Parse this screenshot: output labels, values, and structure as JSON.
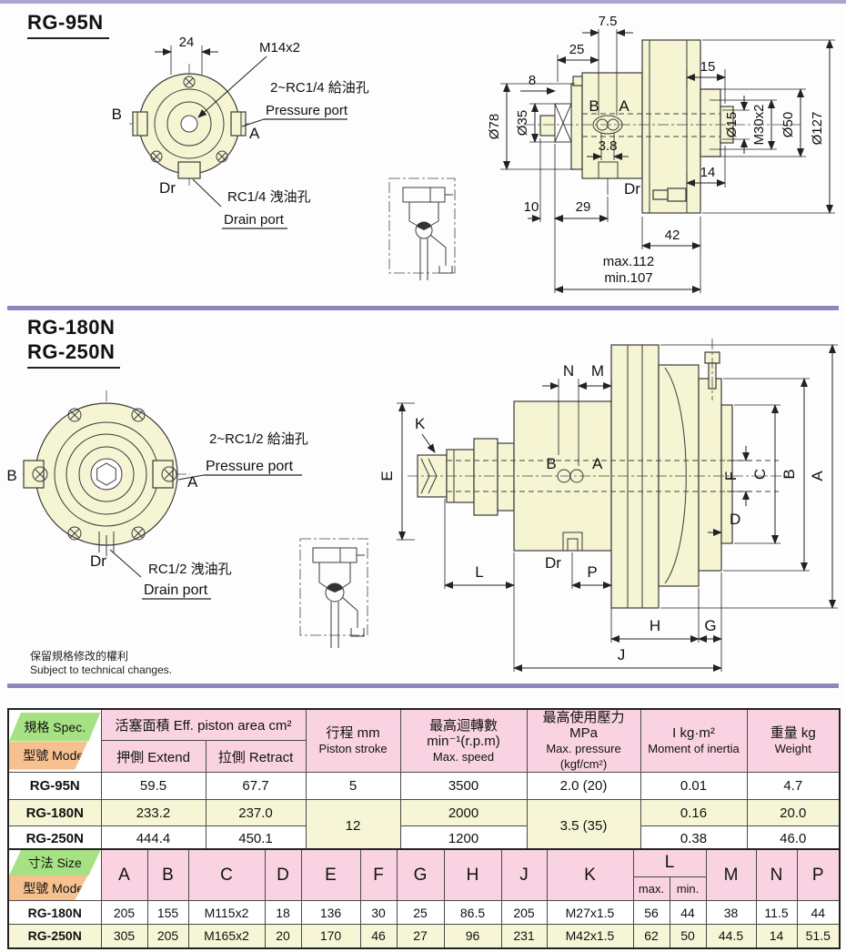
{
  "palette": {
    "purple_bar": "#8d88bb",
    "drawing_fill": "#f5f4d3",
    "table_pink": "#f9d3e2",
    "table_green": "#a6e283",
    "table_orange": "#f6c08f",
    "row_cream": "#f6f6d6"
  },
  "rg95": {
    "title": "RG-95N",
    "front": {
      "dim24": "24",
      "thread": "M14x2",
      "pressure_zh": "2~RC1/4 給油孔",
      "pressure_en": "Pressure port",
      "b": "B",
      "a": "A",
      "dr": "Dr",
      "drain_zh": "RC1/4 洩油孔",
      "drain_en": "Drain port"
    },
    "side": {
      "d7_5": "7.5",
      "d25": "25",
      "d15": "15",
      "d8": "8",
      "dia78": "Ø78",
      "dia35": "Ø35",
      "b": "B",
      "a": "A",
      "d3_8": "3.8",
      "dr": "Dr",
      "dia15": "Ø15",
      "m30": "M30x2",
      "dia50": "Ø50",
      "dia127": "Ø127",
      "d14": "14",
      "d10": "10",
      "d29": "29",
      "d42": "42",
      "max112": "max.112",
      "min107": "min.107"
    }
  },
  "rg180": {
    "title1": "RG-180N",
    "title2": "RG-250N",
    "front": {
      "pressure_zh": "2~RC1/2 給油孔",
      "pressure_en": "Pressure port",
      "b": "B",
      "a": "A",
      "dr": "Dr",
      "drain_zh": "RC1/2 洩油孔",
      "drain_en": "Drain port"
    },
    "side": {
      "n": "N",
      "m": "M",
      "k": "K",
      "e": "E",
      "b": "B",
      "a": "A",
      "dr": "Dr",
      "f": "F",
      "c": "C",
      "b2": "B",
      "a2": "A",
      "d": "D",
      "l": "L",
      "p": "P",
      "h": "H",
      "g": "G",
      "j": "J"
    }
  },
  "note": {
    "zh": "保留規格修改的權利",
    "en": "Subject to technical changes."
  },
  "spec_table": {
    "corner_top": "規格 Spec.",
    "corner_bottom": "型號 Model",
    "piston_area": "活塞面積  Eff. piston area  cm²",
    "extend": "押側  Extend",
    "retract": "拉側  Retract",
    "stroke_zh": "行程  mm",
    "stroke_en": "Piston stroke",
    "speed_zh": "最高迴轉數min⁻¹(r.p.m)",
    "speed_en": "Max. speed",
    "pressure_zh": "最高使用壓力 MPa",
    "pressure_en": "Max. pressure (kgf/cm²)",
    "inertia_zh": "I    kg·m²",
    "inertia_en": "Moment of inertia",
    "weight_zh": "重量    kg",
    "weight_en": "Weight",
    "rows": [
      {
        "model": "RG-95N",
        "extend": "59.5",
        "retract": "67.7",
        "stroke": "5",
        "speed": "3500",
        "pressure": "2.0 (20)",
        "inertia": "0.01",
        "weight": "4.7"
      },
      {
        "model": "RG-180N",
        "extend": "233.2",
        "retract": "237.0",
        "stroke": "12",
        "speed": "2000",
        "pressure": "3.5 (35)",
        "inertia": "0.16",
        "weight": "20.0"
      },
      {
        "model": "RG-250N",
        "extend": "444.4",
        "retract": "450.1",
        "speed": "1200",
        "inertia": "0.38",
        "weight": "46.0"
      }
    ]
  },
  "size_table": {
    "corner_top": "寸法 Size",
    "corner_bottom": "型號 Model",
    "columns": [
      "A",
      "B",
      "C",
      "D",
      "E",
      "F",
      "G",
      "H",
      "J",
      "K",
      "L",
      "M",
      "N",
      "P"
    ],
    "l_sub": [
      "max.",
      "min."
    ],
    "rows": [
      {
        "model": "RG-180N",
        "values": [
          "205",
          "155",
          "M115x2",
          "18",
          "136",
          "30",
          "25",
          "86.5",
          "205",
          "M27x1.5",
          "56",
          "44",
          "38",
          "11.5",
          "44"
        ]
      },
      {
        "model": "RG-250N",
        "values": [
          "305",
          "205",
          "M165x2",
          "20",
          "170",
          "46",
          "27",
          "96",
          "231",
          "M42x1.5",
          "62",
          "50",
          "44.5",
          "14",
          "51.5"
        ]
      }
    ]
  }
}
